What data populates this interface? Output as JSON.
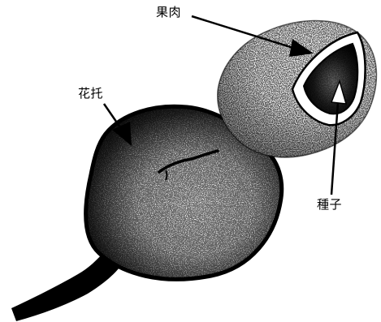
{
  "labels": {
    "flesh": "果肉",
    "receptacle": "花托",
    "seed": "種子"
  },
  "colors": {
    "ink": "#000000",
    "paper": "#ffffff"
  }
}
